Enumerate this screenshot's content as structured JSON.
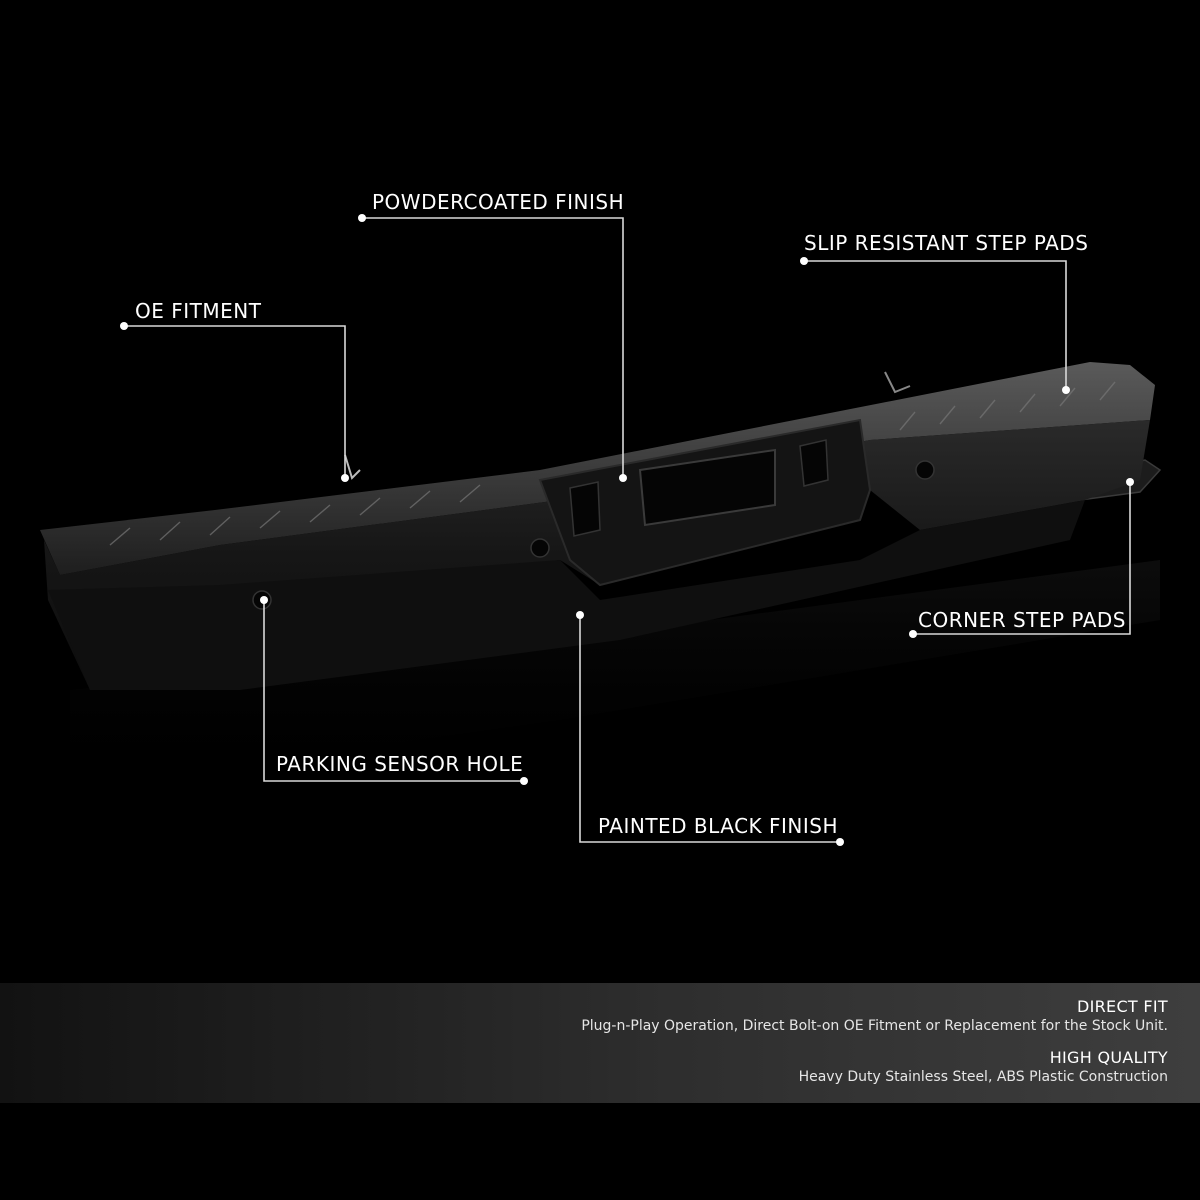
{
  "callouts": {
    "oe_fitment": "OE FITMENT",
    "powdercoated_finish": "POWDERCOATED FINISH",
    "slip_resistant_step_pads": "SLIP RESISTANT STEP PADS",
    "corner_step_pads": "CORNER STEP PADS",
    "parking_sensor_hole": "PARKING SENSOR HOLE",
    "painted_black_finish": "PAINTED BLACK FINISH"
  },
  "features": [
    {
      "title": "DIRECT FIT",
      "description": "Plug-n-Play Operation, Direct Bolt-on OE Fitment or Replacement for the Stock Unit."
    },
    {
      "title": "HIGH QUALITY",
      "description": "Heavy Duty Stainless Steel, ABS Plastic Construction"
    }
  ],
  "colors": {
    "background": "#000000",
    "callout_line": "#d9d9d9",
    "text": "#ffffff"
  }
}
